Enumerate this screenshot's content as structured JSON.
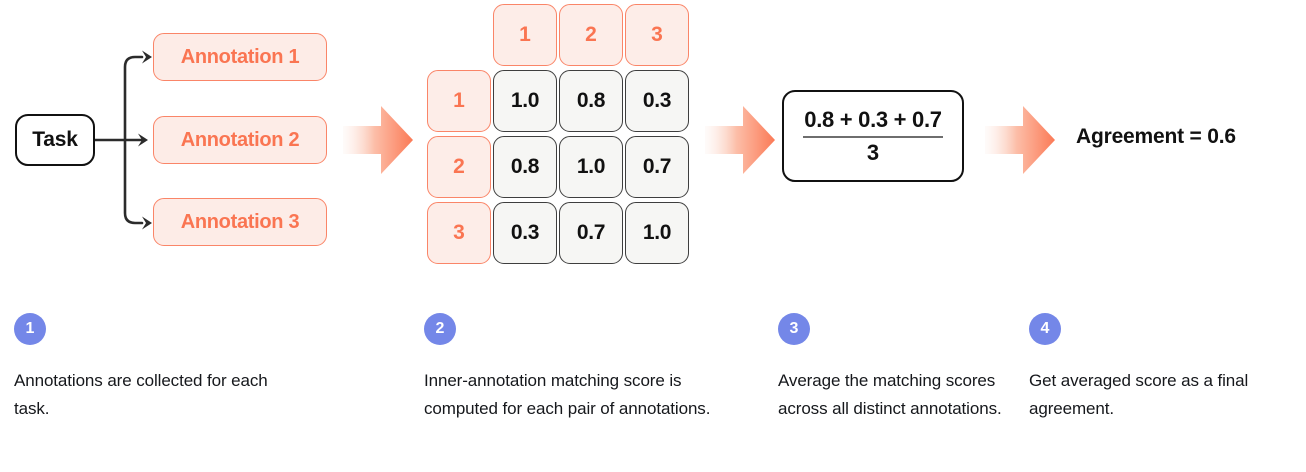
{
  "colors": {
    "coral": "#FA7552",
    "coral_border": "#FA8568",
    "coral_fill": "#FDECE7",
    "ink": "#111111",
    "cell_fill": "#F6F6F4",
    "cell_border": "#3E3E3E",
    "badge_blue": "#7487E8",
    "white": "#FFFFFF"
  },
  "flow": {
    "task": {
      "label": "Task"
    },
    "annotations": [
      {
        "label": "Annotation 1"
      },
      {
        "label": "Annotation 2"
      },
      {
        "label": "Annotation 3"
      }
    ],
    "matrix": {
      "column_headers": [
        "1",
        "2",
        "3"
      ],
      "row_headers": [
        "1",
        "2",
        "3"
      ],
      "rows": [
        [
          "1.0",
          "0.8",
          "0.3"
        ],
        [
          "0.8",
          "1.0",
          "0.7"
        ],
        [
          "0.3",
          "0.7",
          "1.0"
        ]
      ]
    },
    "formula": {
      "numerator": "0.8 + 0.3 + 0.7",
      "denominator": "3"
    },
    "result": {
      "text": "Agreement = 0.6"
    }
  },
  "steps": [
    {
      "number": "1",
      "text": "Annotations are collected for each task."
    },
    {
      "number": "2",
      "text": "Inner-annotation matching score is computed for each pair of annotations."
    },
    {
      "number": "3",
      "text": "Average the matching scores across all distinct annotations."
    },
    {
      "number": "4",
      "text": "Get averaged score as a final agreement."
    }
  ]
}
